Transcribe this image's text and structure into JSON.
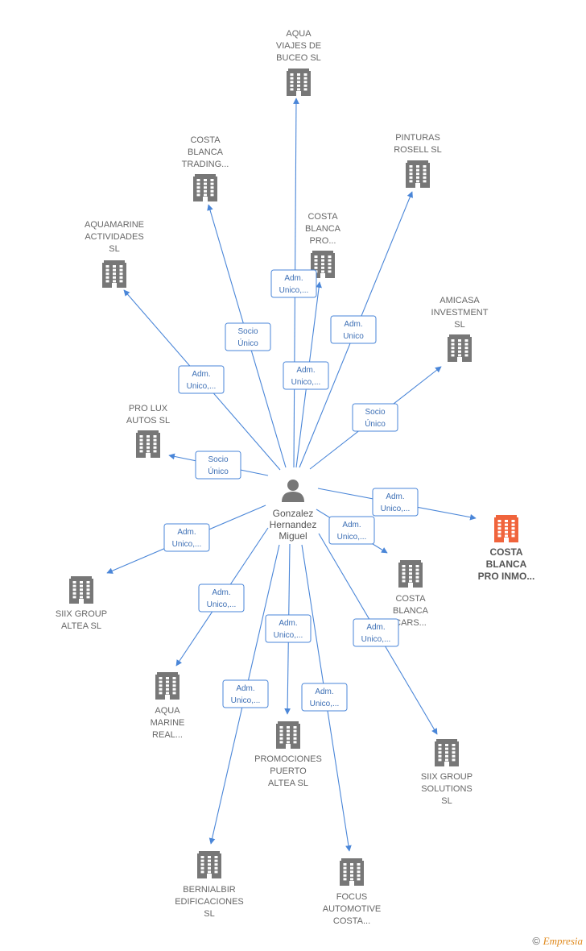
{
  "colors": {
    "edge": "#4a86d8",
    "building": "#777777",
    "highlight": "#f0643c",
    "person": "#777777"
  },
  "center": {
    "lines": [
      "Gonzalez",
      "Hernandez",
      "Miguel"
    ]
  },
  "nodes": [
    {
      "id": "aqua-viajes",
      "lines": [
        "AQUA",
        "VIAJES DE",
        "BUCEO SL"
      ]
    },
    {
      "id": "pinturas-rosell",
      "lines": [
        "PINTURAS",
        "ROSELL  SL"
      ]
    },
    {
      "id": "costa-blanca-trading",
      "lines": [
        "COSTA",
        "BLANCA",
        "TRADING..."
      ]
    },
    {
      "id": "costa-blanca-pro",
      "lines": [
        "COSTA",
        "BLANCA",
        "PRO..."
      ]
    },
    {
      "id": "aquamarine-actividades",
      "lines": [
        "AQUAMARINE",
        "ACTIVIDADES",
        "SL"
      ]
    },
    {
      "id": "amicasa",
      "lines": [
        "AMICASA",
        "INVESTMENT",
        "SL"
      ]
    },
    {
      "id": "pro-lux",
      "lines": [
        "PRO LUX",
        "AUTOS  SL"
      ]
    },
    {
      "id": "costa-blanca-pro-inmo",
      "lines": [
        "COSTA",
        "BLANCA",
        "PRO INMO..."
      ],
      "highlight": true
    },
    {
      "id": "costa-blanca-cars",
      "lines": [
        "COSTA",
        "BLANCA",
        "CARS..."
      ]
    },
    {
      "id": "siix-altea",
      "lines": [
        "SIIX GROUP",
        "ALTEA  SL"
      ]
    },
    {
      "id": "aqua-marine-real",
      "lines": [
        "AQUA",
        "MARINE",
        "REAL..."
      ]
    },
    {
      "id": "promociones-puerto",
      "lines": [
        "PROMOCIONES",
        "PUERTO",
        "ALTEA  SL"
      ]
    },
    {
      "id": "siix-solutions",
      "lines": [
        "SIIX GROUP",
        "SOLUTIONS",
        "SL"
      ]
    },
    {
      "id": "bernialbir",
      "lines": [
        "BERNIALBIR",
        "EDIFICACIONES",
        "SL"
      ]
    },
    {
      "id": "focus-automotive",
      "lines": [
        "FOCUS",
        "AUTOMOTIVE",
        "COSTA..."
      ]
    }
  ],
  "relations": [
    {
      "target": "aqua-viajes",
      "lines": [
        "Adm.",
        "Unico,..."
      ]
    },
    {
      "target": "pinturas-rosell",
      "lines": [
        "Adm.",
        "Unico"
      ]
    },
    {
      "target": "costa-blanca-trading",
      "lines": [
        "Socio",
        "Único"
      ]
    },
    {
      "target": "costa-blanca-pro",
      "lines": [
        "Adm.",
        "Unico,..."
      ]
    },
    {
      "target": "aquamarine-actividades",
      "lines": [
        "Adm.",
        "Unico,..."
      ]
    },
    {
      "target": "amicasa",
      "lines": [
        "Socio",
        "Único"
      ]
    },
    {
      "target": "pro-lux",
      "lines": [
        "Socio",
        "Único"
      ]
    },
    {
      "target": "costa-blanca-pro-inmo",
      "lines": [
        "Adm.",
        "Unico,..."
      ]
    },
    {
      "target": "costa-blanca-cars",
      "lines": [
        "Adm.",
        "Unico,..."
      ]
    },
    {
      "target": "siix-altea",
      "lines": [
        "Adm.",
        "Unico,..."
      ]
    },
    {
      "target": "aqua-marine-real",
      "lines": [
        "Adm.",
        "Unico,..."
      ]
    },
    {
      "target": "promociones-puerto",
      "lines": [
        "Adm.",
        "Unico,..."
      ]
    },
    {
      "target": "siix-solutions",
      "lines": [
        "Adm.",
        "Unico,..."
      ]
    },
    {
      "target": "bernialbir",
      "lines": [
        "Adm.",
        "Unico,..."
      ]
    },
    {
      "target": "focus-automotive",
      "lines": [
        "Adm.",
        "Unico,..."
      ]
    }
  ],
  "footer": {
    "symbol": "©",
    "brand": "Empresia"
  }
}
